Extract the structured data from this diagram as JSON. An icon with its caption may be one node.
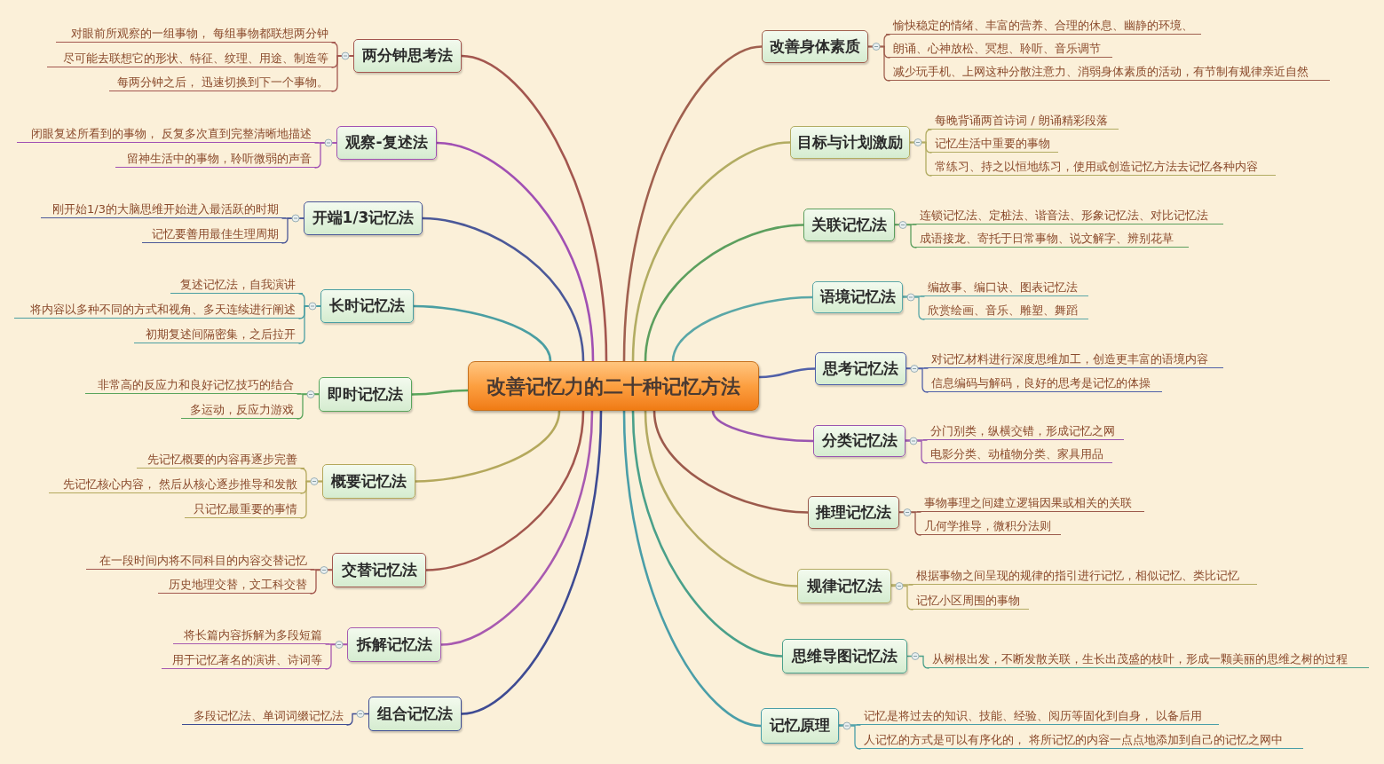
{
  "diagram": {
    "nodes": [
      {
        "text": [
          "改善记忆力的二十种记忆方法"
        ]
      },
      {
        "text": [
          "两分钟思考法"
        ]
      },
      {
        "text": [
          "对眼前所观察的一组事物， 每组事物都联想两分钟"
        ]
      },
      {
        "text": [
          "尽可能去联想它的形状、特征、纹理、用途、制造等"
        ]
      },
      {
        "text": [
          "每两分钟之后， 迅速切换到下一个事物。"
        ]
      },
      {
        "text": [
          "观察-复述法"
        ]
      },
      {
        "text": [
          "闭眼复述所看到的事物， 反复多次直到完整清晰地描述"
        ]
      },
      {
        "text": [
          "留神生活中的事物，聆听微弱的声音"
        ]
      },
      {
        "text": [
          "开端1/3记忆法"
        ]
      },
      {
        "text": [
          "刚开始1/3的大脑思维开始进入最活跃的时期"
        ]
      },
      {
        "text": [
          "记忆要善用最佳生理周期"
        ]
      },
      {
        "text": [
          "长时记忆法"
        ]
      },
      {
        "text": [
          "复述记忆法，自我演讲"
        ]
      },
      {
        "text": [
          "将内容以多种不同的方式和视角、多天连续进行阐述"
        ]
      },
      {
        "text": [
          "初期复述间隔密集，之后拉开"
        ]
      },
      {
        "text": [
          "即时记忆法"
        ]
      },
      {
        "text": [
          "非常高的反应力和良好记忆技巧的结合"
        ]
      },
      {
        "text": [
          "多运动，反应力游戏"
        ]
      },
      {
        "text": [
          "概要记忆法"
        ]
      },
      {
        "text": [
          "先记忆概要的内容再逐步完善"
        ]
      },
      {
        "text": [
          "先记忆核心内容， 然后从核心逐步推导和发散"
        ]
      },
      {
        "text": [
          "只记忆最重要的事情"
        ]
      },
      {
        "text": [
          "交替记忆法"
        ]
      },
      {
        "text": [
          "在一段时间内将不同科目的内容交替记忆"
        ]
      },
      {
        "text": [
          "历史地理交替，文工科交替"
        ]
      },
      {
        "text": [
          "拆解记忆法"
        ]
      },
      {
        "text": [
          "将长篇内容拆解为多段短篇"
        ]
      },
      {
        "text": [
          "用于记忆著名的演讲、诗词等"
        ]
      },
      {
        "text": [
          "组合记忆法"
        ]
      },
      {
        "text": [
          "多段记忆法、单词词缀记忆法"
        ]
      },
      {
        "text": [
          "改善身体素质"
        ]
      },
      {
        "text": [
          "愉快稳定的情绪、丰富的营养、合理的休息、幽静的环境、"
        ]
      },
      {
        "text": [
          "朗诵、心神放松、冥想、聆听、音乐调节"
        ]
      },
      {
        "text": [
          "减少玩手机、上网这种分散注意力、消弱身体素质的活动，有节制有规律亲近自然"
        ]
      },
      {
        "text": [
          "目标与计划激励"
        ]
      },
      {
        "text": [
          "每晚背诵两首诗词 / 朗诵精彩段落"
        ]
      },
      {
        "text": [
          "记忆生活中重要的事物"
        ]
      },
      {
        "text": [
          "常练习、持之以恒地练习，使用或创造记忆方法去记忆各种内容"
        ]
      },
      {
        "text": [
          "关联记忆法"
        ]
      },
      {
        "text": [
          "连锁记忆法、定桩法、谐音法、形象记忆法、对比记忆法"
        ]
      },
      {
        "text": [
          "成语接龙、寄托于日常事物、说文解字、辨别花草"
        ]
      },
      {
        "text": [
          "语境记忆法"
        ]
      },
      {
        "text": [
          "编故事、编口诀、图表记忆法"
        ]
      },
      {
        "text": [
          "欣赏绘画、音乐、雕塑、舞蹈"
        ]
      },
      {
        "text": [
          "思考记忆法"
        ]
      },
      {
        "text": [
          "对记忆材料进行深度思维加工，创造更丰富的语境内容"
        ]
      },
      {
        "text": [
          "信息编码与解码，良好的思考是记忆的体操"
        ]
      },
      {
        "text": [
          "分类记忆法"
        ]
      },
      {
        "text": [
          "分门别类，纵横交错，形成记忆之网"
        ]
      },
      {
        "text": [
          "电影分类、动植物分类、家具用品"
        ]
      },
      {
        "text": [
          "推理记忆法"
        ]
      },
      {
        "text": [
          "事物事理之间建立逻辑因果或相关的关联"
        ]
      },
      {
        "text": [
          "几何学推导，微积分法则"
        ]
      },
      {
        "text": [
          "规律记忆法"
        ]
      },
      {
        "text": [
          "根据事物之间呈现的规律的指引进行记忆，相似记忆、类比记忆"
        ]
      },
      {
        "text": [
          "记忆小区周围的事物"
        ]
      },
      {
        "text": [
          "思维导图记忆法"
        ]
      },
      {
        "text": [
          "从树根出发，不断发散关联，生长出茂盛的枝叶，形成一颗美丽的思维之树的过程"
        ]
      },
      {
        "text": [
          "记忆原理"
        ]
      },
      {
        "text": [
          "记忆是将过去的知识、技能、经验、阅历等固化到自身， 以备后用"
        ]
      },
      {
        "text": [
          "人记忆的方式是可以有序化的， 将所记忆的内容一点点地添加到自己的记忆之网中"
        ]
      }
    ],
    "edges": [
      {
        "from": 0,
        "to": 1,
        "arrow": "none",
        "color": "#a3564f"
      },
      {
        "from": 1,
        "to": 2,
        "arrow": "none",
        "color": "#a3564f"
      },
      {
        "from": 1,
        "to": 3,
        "arrow": "none",
        "color": "#a3564f"
      },
      {
        "from": 1,
        "to": 4,
        "arrow": "none",
        "color": "#a3564f"
      },
      {
        "from": 0,
        "to": 5,
        "arrow": "none",
        "color": "#a150b3"
      },
      {
        "from": 5,
        "to": 6,
        "arrow": "none",
        "color": "#a150b3"
      },
      {
        "from": 5,
        "to": 7,
        "arrow": "none",
        "color": "#a150b3"
      },
      {
        "from": 0,
        "to": 8,
        "arrow": "none",
        "color": "#4b5898"
      },
      {
        "from": 8,
        "to": 9,
        "arrow": "none",
        "color": "#4b5898"
      },
      {
        "from": 8,
        "to": 10,
        "arrow": "none",
        "color": "#4b5898"
      },
      {
        "from": 0,
        "to": 11,
        "arrow": "none",
        "color": "#4a9ea2"
      },
      {
        "from": 11,
        "to": 12,
        "arrow": "none",
        "color": "#4a9ea2"
      },
      {
        "from": 11,
        "to": 13,
        "arrow": "none",
        "color": "#4a9ea2"
      },
      {
        "from": 11,
        "to": 14,
        "arrow": "none",
        "color": "#4a9ea2"
      },
      {
        "from": 0,
        "to": 15,
        "arrow": "none",
        "color": "#5aa55c"
      },
      {
        "from": 15,
        "to": 16,
        "arrow": "none",
        "color": "#5aa55c"
      },
      {
        "from": 15,
        "to": 17,
        "arrow": "none",
        "color": "#5aa55c"
      },
      {
        "from": 0,
        "to": 18,
        "arrow": "none",
        "color": "#b4a85c"
      },
      {
        "from": 18,
        "to": 19,
        "arrow": "none",
        "color": "#b4a85c"
      },
      {
        "from": 18,
        "to": 20,
        "arrow": "none",
        "color": "#b4a85c"
      },
      {
        "from": 18,
        "to": 21,
        "arrow": "none",
        "color": "#b4a85c"
      },
      {
        "from": 0,
        "to": 22,
        "arrow": "none",
        "color": "#a2574e"
      },
      {
        "from": 22,
        "to": 23,
        "arrow": "none",
        "color": "#a2574e"
      },
      {
        "from": 22,
        "to": 24,
        "arrow": "none",
        "color": "#a2574e"
      },
      {
        "from": 0,
        "to": 25,
        "arrow": "none",
        "color": "#a85ab0"
      },
      {
        "from": 25,
        "to": 26,
        "arrow": "none",
        "color": "#a85ab0"
      },
      {
        "from": 25,
        "to": 27,
        "arrow": "none",
        "color": "#a85ab0"
      },
      {
        "from": 0,
        "to": 28,
        "arrow": "none",
        "color": "#3e4b93"
      },
      {
        "from": 28,
        "to": 29,
        "arrow": "none",
        "color": "#3e4b93"
      },
      {
        "from": 0,
        "to": 30,
        "arrow": "none",
        "color": "#a0604f"
      },
      {
        "from": 30,
        "to": 31,
        "arrow": "none",
        "color": "#a0604f"
      },
      {
        "from": 30,
        "to": 32,
        "arrow": "none",
        "color": "#a0604f"
      },
      {
        "from": 30,
        "to": 33,
        "arrow": "none",
        "color": "#a0604f"
      },
      {
        "from": 0,
        "to": 34,
        "arrow": "none",
        "color": "#b2ac62"
      },
      {
        "from": 34,
        "to": 35,
        "arrow": "none",
        "color": "#b2ac62"
      },
      {
        "from": 34,
        "to": 36,
        "arrow": "none",
        "color": "#b2ac62"
      },
      {
        "from": 34,
        "to": 37,
        "arrow": "none",
        "color": "#b2ac62"
      },
      {
        "from": 0,
        "to": 38,
        "arrow": "none",
        "color": "#5c9f5e"
      },
      {
        "from": 38,
        "to": 39,
        "arrow": "none",
        "color": "#5c9f5e"
      },
      {
        "from": 38,
        "to": 40,
        "arrow": "none",
        "color": "#5c9f5e"
      },
      {
        "from": 0,
        "to": 41,
        "arrow": "none",
        "color": "#5aa7a7"
      },
      {
        "from": 41,
        "to": 42,
        "arrow": "none",
        "color": "#5aa7a7"
      },
      {
        "from": 41,
        "to": 43,
        "arrow": "none",
        "color": "#5aa7a7"
      },
      {
        "from": 0,
        "to": 44,
        "arrow": "none",
        "color": "#5060a8"
      },
      {
        "from": 44,
        "to": 45,
        "arrow": "none",
        "color": "#5060a8"
      },
      {
        "from": 44,
        "to": 46,
        "arrow": "none",
        "color": "#5060a8"
      },
      {
        "from": 0,
        "to": 47,
        "arrow": "none",
        "color": "#9a56b0"
      },
      {
        "from": 47,
        "to": 48,
        "arrow": "none",
        "color": "#9a56b0"
      },
      {
        "from": 47,
        "to": 49,
        "arrow": "none",
        "color": "#9a56b0"
      },
      {
        "from": 0,
        "to": 50,
        "arrow": "none",
        "color": "#9c5a4c"
      },
      {
        "from": 50,
        "to": 51,
        "arrow": "none",
        "color": "#9c5a4c"
      },
      {
        "from": 50,
        "to": 52,
        "arrow": "none",
        "color": "#9c5a4c"
      },
      {
        "from": 0,
        "to": 53,
        "arrow": "none",
        "color": "#b4aa62"
      },
      {
        "from": 53,
        "to": 54,
        "arrow": "none",
        "color": "#b4aa62"
      },
      {
        "from": 53,
        "to": 55,
        "arrow": "none",
        "color": "#b4aa62"
      },
      {
        "from": 0,
        "to": 56,
        "arrow": "none",
        "color": "#4aa08a"
      },
      {
        "from": 56,
        "to": 57,
        "arrow": "none",
        "color": "#4aa08a"
      },
      {
        "from": 0,
        "to": 58,
        "arrow": "none",
        "color": "#4a9ea8"
      },
      {
        "from": 58,
        "to": 59,
        "arrow": "none",
        "color": "#4a9ea8"
      },
      {
        "from": 58,
        "to": 60,
        "arrow": "none",
        "color": "#4a9ea8"
      }
    ]
  }
}
